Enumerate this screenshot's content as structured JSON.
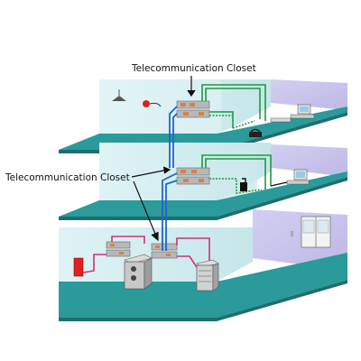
{
  "labels": {
    "closet_top": "Telecommunication Closet",
    "closet_middle": "Telecommunication Closet"
  },
  "colors": {
    "floor": "#2b9a9a",
    "floor_edge": "#5cc3c3",
    "wall": "#d7eef0",
    "side_wall": "#c9c4ec",
    "backbone_cable": "#1f66c9",
    "horizontal_cable": "#1f9a3c",
    "ground_floor_cable": "#d0307a",
    "fire_panel": "#e02020"
  },
  "floors": [
    "top-floor",
    "middle-floor",
    "ground-floor"
  ]
}
